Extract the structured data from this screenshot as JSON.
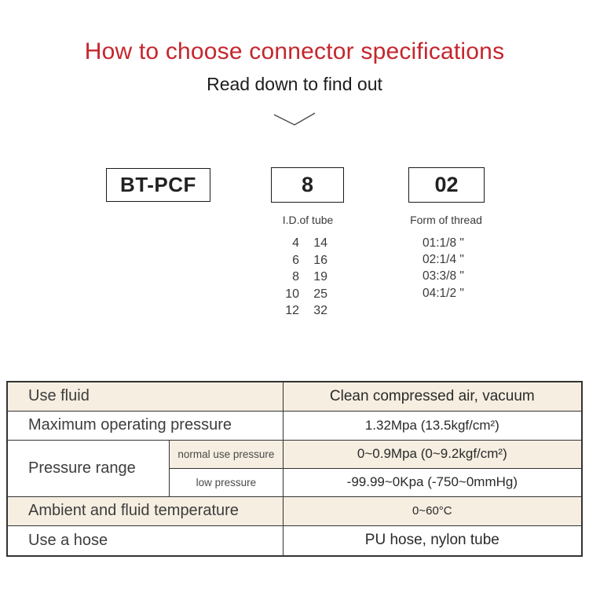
{
  "header": {
    "title": "How to choose connector specifications",
    "subtitle": "Read down to find out"
  },
  "model": {
    "segments": {
      "prefix": "BT-PCF",
      "tube_id": "8",
      "thread": "02"
    },
    "tube": {
      "heading": "I.D.of tube",
      "rows": [
        [
          "4",
          "14"
        ],
        [
          "6",
          "16"
        ],
        [
          "8",
          "19"
        ],
        [
          "10",
          "25"
        ],
        [
          "12",
          "32"
        ]
      ]
    },
    "thread": {
      "heading": "Form of thread",
      "options": [
        "01:1/8 \"",
        "02:1/4 \"",
        "03:3/8 \"",
        "04:1/2 \""
      ]
    }
  },
  "spec_table": {
    "rows": [
      {
        "label": "Use fluid",
        "value": "Clean compressed air, vacuum"
      },
      {
        "label": "Maximum operating pressure",
        "value": "1.32Mpa (13.5kgf/cm²)"
      },
      {
        "label": "Pressure range",
        "sub_rows": [
          {
            "sub_label": "normal use pressure",
            "value": "0~0.9Mpa (0~9.2kgf/cm²)"
          },
          {
            "sub_label": "low pressure",
            "value": "-99.99~0Kpa (-750~0mmHg)"
          }
        ]
      },
      {
        "label": "Ambient and fluid temperature",
        "value": "0~60°C"
      },
      {
        "label": "Use a hose",
        "value": "PU hose, nylon tube"
      }
    ]
  },
  "colors": {
    "accent_red": "#c5262d",
    "row_shade": "#f5eee1",
    "table_border": "#333333"
  }
}
